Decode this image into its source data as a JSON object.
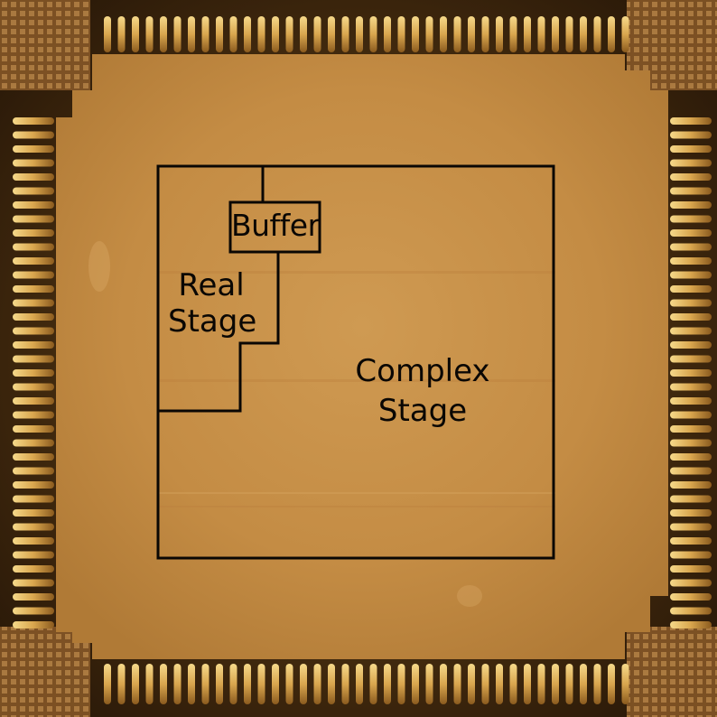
{
  "blocks": {
    "buffer": "Buffer",
    "real_stage_line1": "Real",
    "real_stage_line2": "Stage",
    "complex_stage_line1": "Complex",
    "complex_stage_line2": "Stage"
  },
  "colors": {
    "die": "#c8924a",
    "pad_gold": "#e0b35a",
    "outline": "#0a0704"
  }
}
